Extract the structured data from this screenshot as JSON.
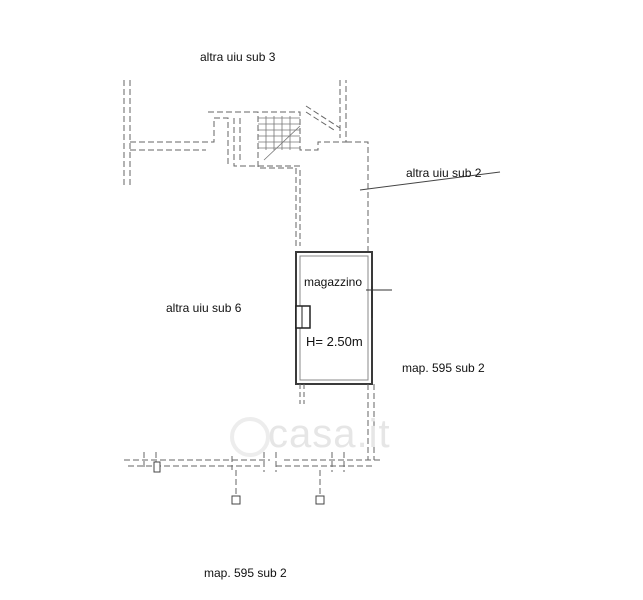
{
  "labels": {
    "sub3": "altra uiu sub 3",
    "sub2": "altra uiu sub 2",
    "sub6": "altra uiu sub 6",
    "room": "magazzino",
    "height": "H= 2.50m",
    "map_right": "map. 595 sub 2",
    "map_bottom": "map. 595 sub 2"
  },
  "watermark": "casa.it",
  "colors": {
    "line": "#666666",
    "wall": "#333333",
    "room": "#3a3a3a",
    "text": "#111111",
    "watermark": "#e6e6e6"
  }
}
